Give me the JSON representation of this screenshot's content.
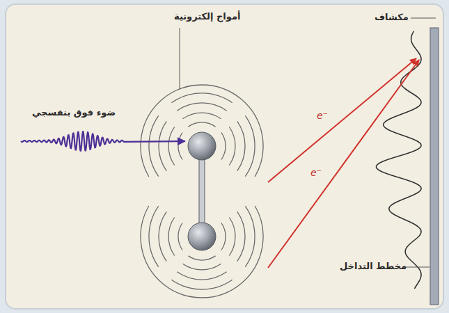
{
  "diagram": {
    "labels": [
      "أمواج إلكترونية",
      "مكشاف",
      "ضوء فوق بنفسجي",
      "e⁻",
      "e⁻",
      "مخطط التداخل"
    ]
  }
}
